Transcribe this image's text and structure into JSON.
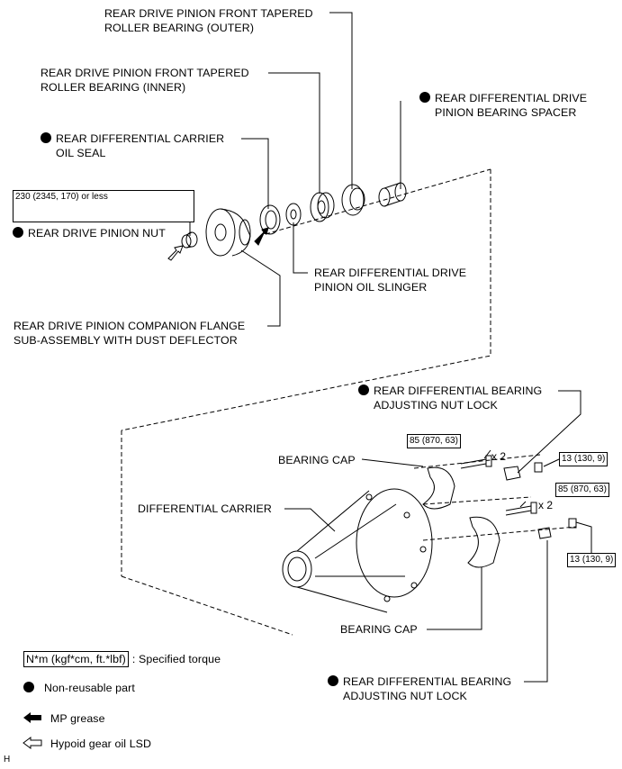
{
  "labels": {
    "front_outer": [
      "REAR DRIVE PINION FRONT TAPERED",
      "ROLLER BEARING (OUTER)"
    ],
    "front_inner": [
      "REAR DRIVE PINION FRONT TAPERED",
      "ROLLER BEARING (INNER)"
    ],
    "spacer": [
      "REAR DIFFERENTIAL DRIVE",
      "PINION BEARING SPACER"
    ],
    "oil_seal": [
      "REAR DIFFERENTIAL CARRIER",
      "OIL SEAL"
    ],
    "pinion_nut": "REAR DRIVE PINION NUT",
    "oil_slinger": [
      "REAR DIFFERENTIAL DRIVE",
      "PINION OIL SLINGER"
    ],
    "companion_flange": [
      "REAR DRIVE PINION COMPANION FLANGE",
      "SUB-ASSEMBLY WITH DUST DEFLECTOR"
    ],
    "nut_lock_top": [
      "REAR DIFFERENTIAL BEARING",
      "ADJUSTING NUT LOCK"
    ],
    "bearing_cap_top": "BEARING CAP",
    "differential_carrier": "DIFFERENTIAL CARRIER",
    "bearing_cap_bottom": "BEARING CAP",
    "nut_lock_bottom": [
      "REAR DIFFERENTIAL BEARING",
      "ADJUSTING NUT LOCK"
    ]
  },
  "torques": {
    "pinion_nut": "230 (2345, 170) or less",
    "cap_bolt_upper": "85 (870, 63)",
    "cap_bolt_lower": "85 (870, 63)",
    "lock_bolt_upper": "13 (130, 9)",
    "lock_bolt_lower": "13 (130, 9)"
  },
  "multipliers": {
    "upper": "x 2",
    "lower": "x 2"
  },
  "legend": {
    "torque_box": "N*m (kgf*cm, ft.*lbf)",
    "torque_text": ": Specified torque",
    "nonreusable": "Non-reusable part",
    "mp_grease": "MP grease",
    "hypoid": "Hypoid gear oil LSD"
  },
  "footer": "H"
}
